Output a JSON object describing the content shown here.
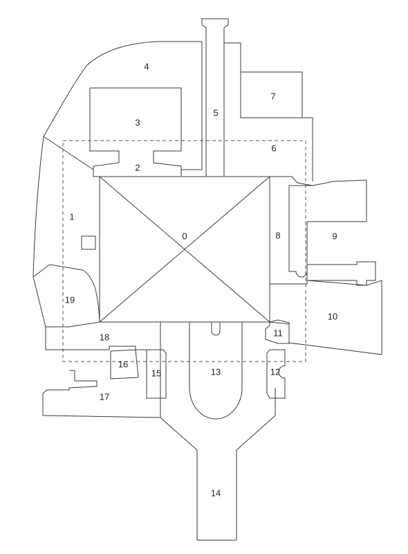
{
  "labels": {
    "r0": "0",
    "r1": "1",
    "r2": "2",
    "r3": "3",
    "r4": "4",
    "r5": "5",
    "r6": "6",
    "r7": "7",
    "r8": "8",
    "r9": "9",
    "r10": "10",
    "r11": "11",
    "r12": "12",
    "r13": "13",
    "r14": "14",
    "r15": "15",
    "r16": "16",
    "r17": "17",
    "r18": "18",
    "r19": "19"
  }
}
